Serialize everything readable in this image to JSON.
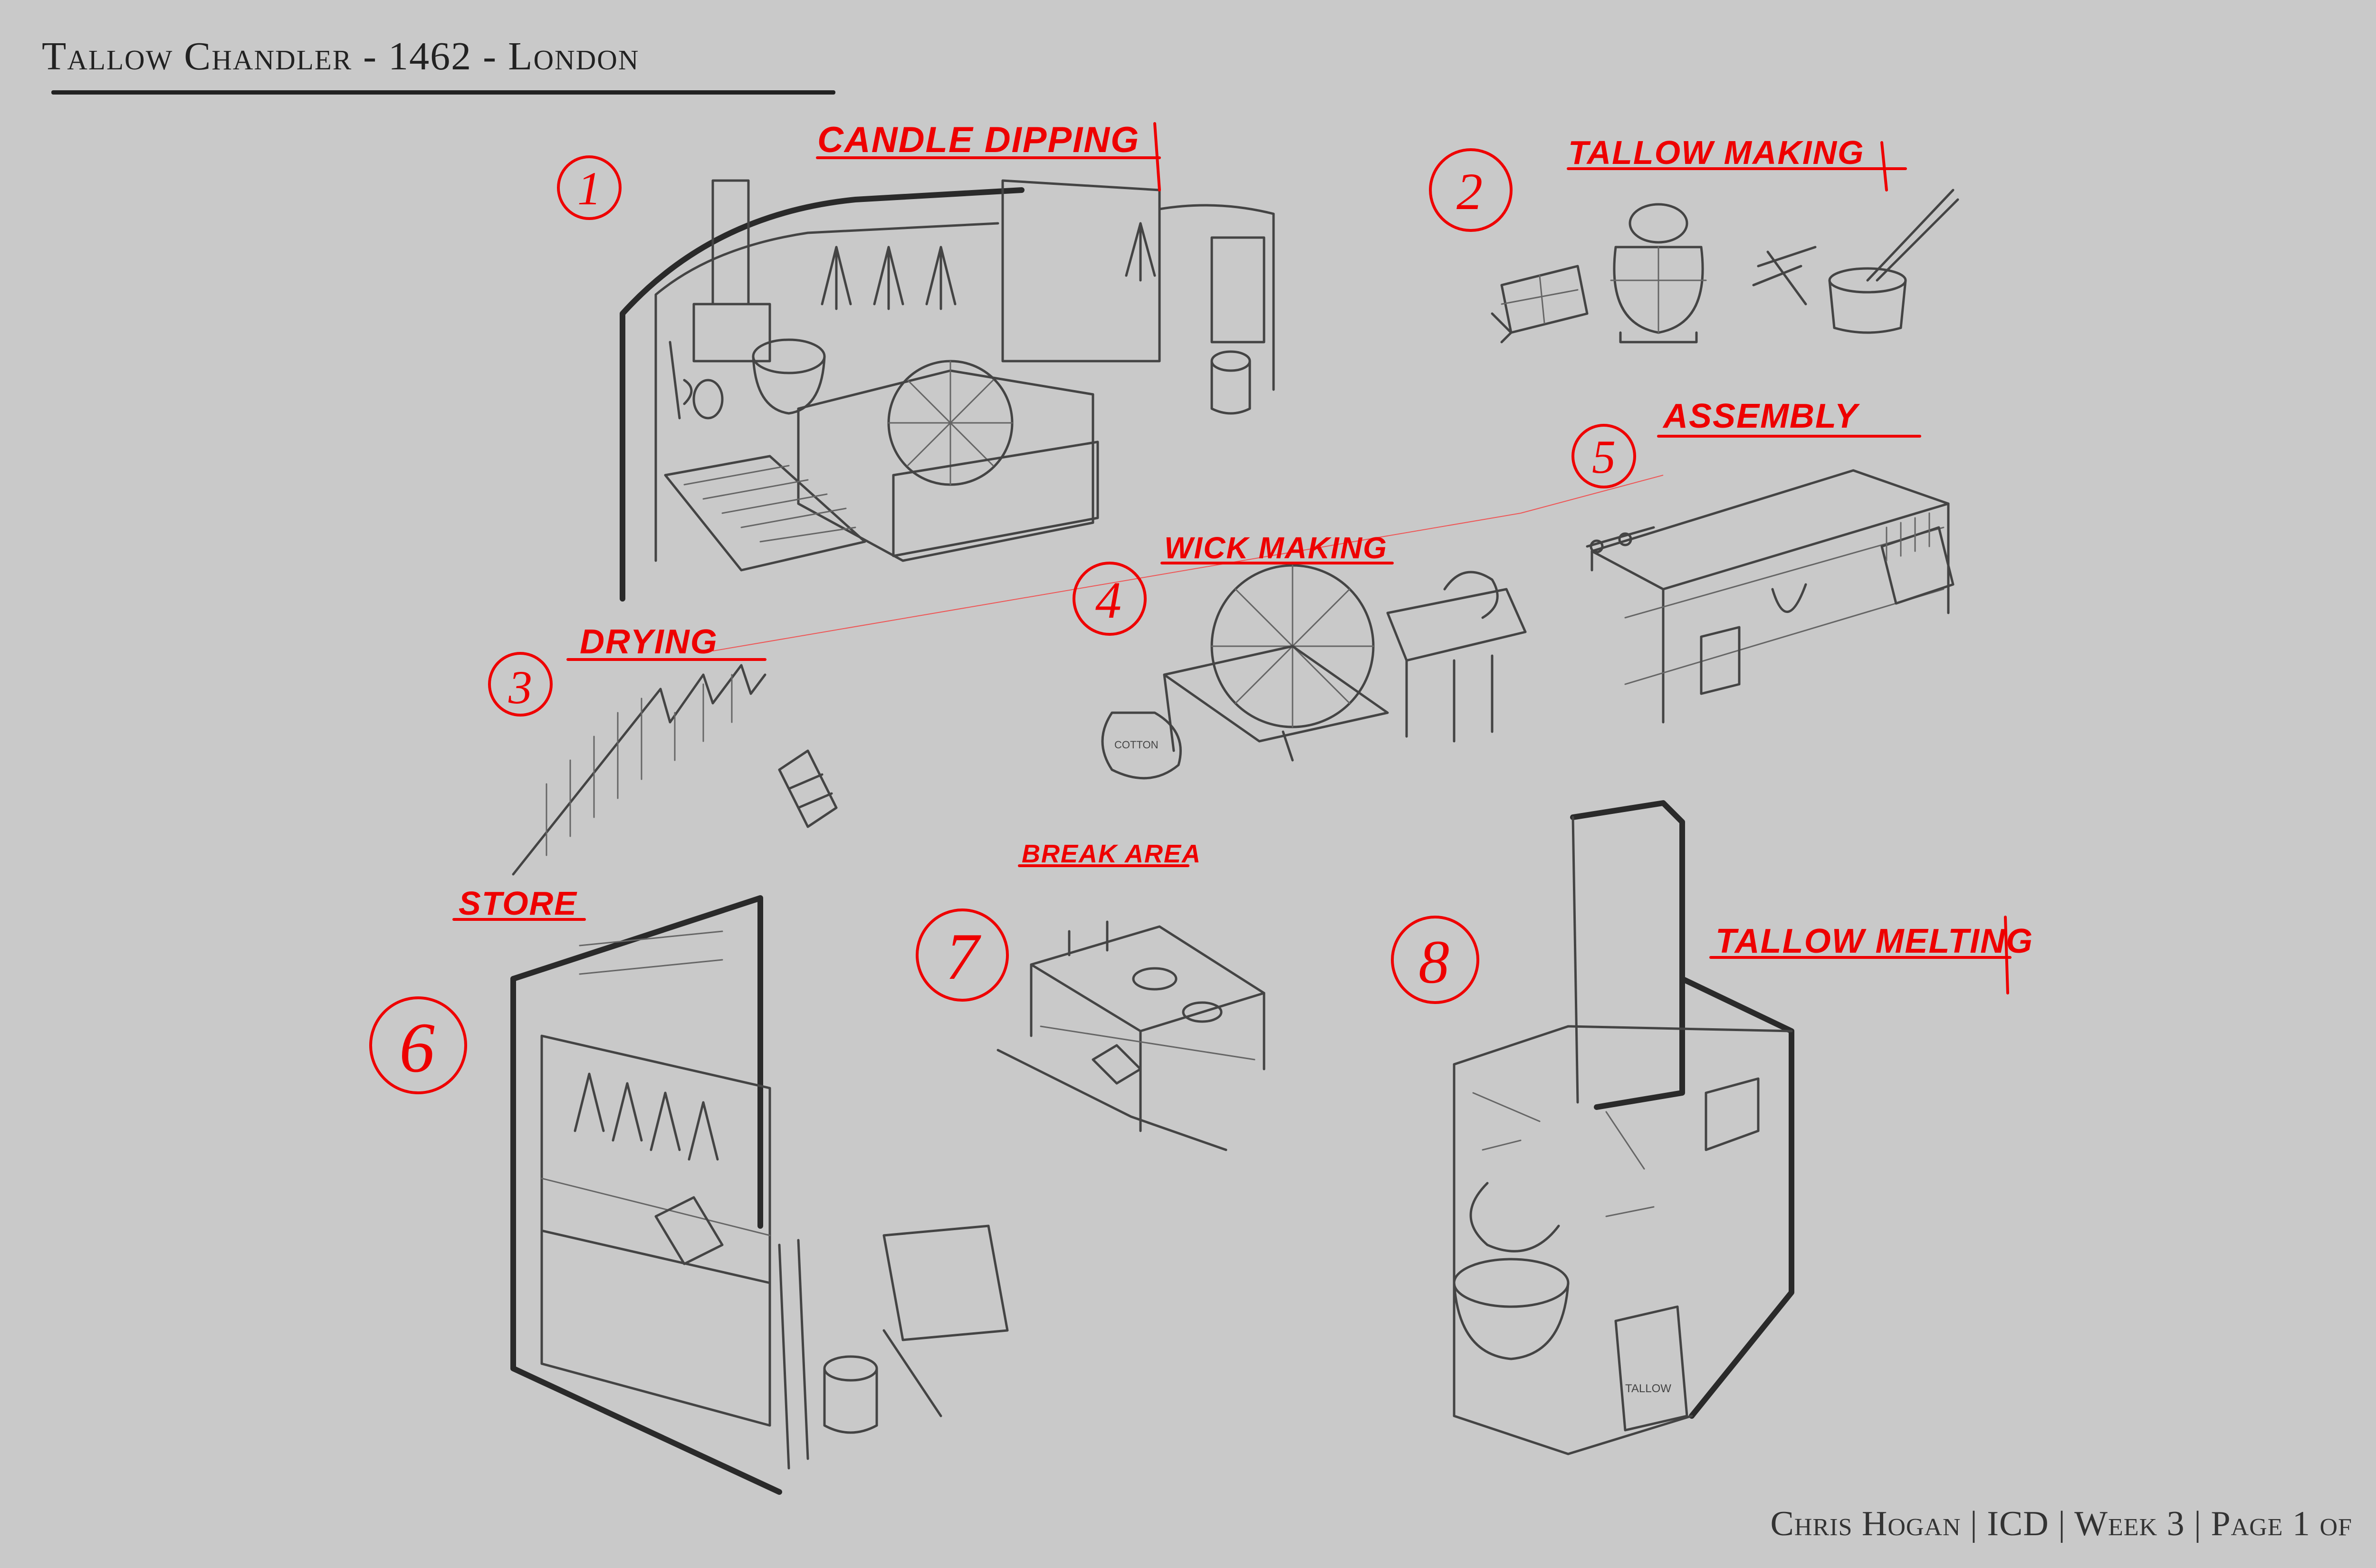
{
  "title": "Tallow Chandler - 1462 - London",
  "footer": "Chris Hogan | ICD | Week 3 | Page 1 of",
  "colors": {
    "background": "#c9c9c9",
    "sketch": "#444444",
    "annotation": "#e00000"
  },
  "stations": [
    {
      "number": "1",
      "label": "CANDLE DIPPING"
    },
    {
      "number": "2",
      "label": "TALLOW MAKING"
    },
    {
      "number": "3",
      "label": "DRYING"
    },
    {
      "number": "4",
      "label": "WICK MAKING"
    },
    {
      "number": "5",
      "label": "ASSEMBLY"
    },
    {
      "number": "6",
      "label": "STORE"
    },
    {
      "number": "7",
      "label": "BREAK AREA"
    },
    {
      "number": "8",
      "label": "TALLOW MELTING"
    }
  ],
  "props": {
    "cotton_sack": "COTTON",
    "tallow_bucket": "TALLOW"
  }
}
